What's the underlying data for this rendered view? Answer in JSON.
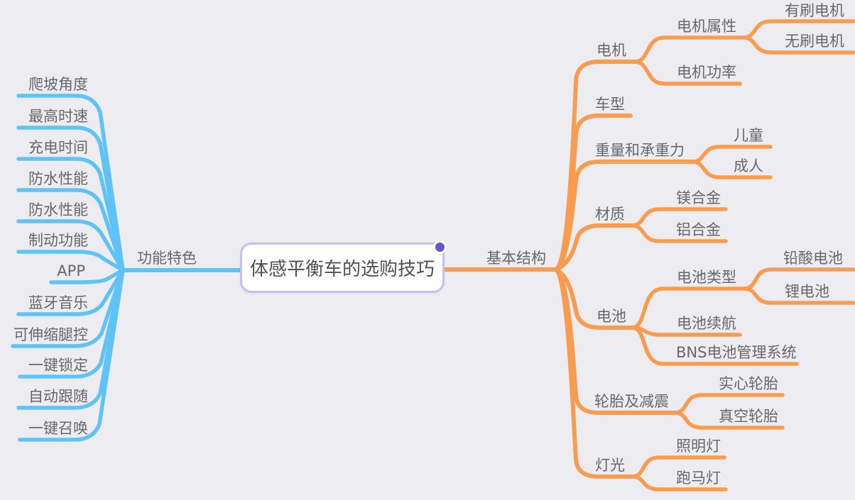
{
  "central": {
    "title": "体感平衡车的选购技巧"
  },
  "colors": {
    "bg": "#ECECF1",
    "blue": "#5FC3F7",
    "orange": "#FA9C50",
    "text": "#67686C",
    "title-text": "#505156",
    "node-border": "#C6C1EC",
    "node-fill": "#FFFFFF",
    "handle": "#6456CB"
  },
  "left": {
    "label": "功能特色",
    "items": [
      "爬坡角度",
      "最高时速",
      "充电时间",
      "防水性能",
      "防水性能",
      "制动功能",
      "APP",
      "蓝牙音乐",
      "可伸缩腿控",
      "一键锁定",
      "自动跟随",
      "一键召唤"
    ]
  },
  "right": {
    "label": "基本结构",
    "nodes": [
      {
        "label": "电机",
        "children": [
          {
            "label": "电机属性",
            "children": [
              {
                "label": "有刷电机"
              },
              {
                "label": "无刷电机"
              }
            ]
          },
          {
            "label": "电机功率"
          }
        ]
      },
      {
        "label": "车型"
      },
      {
        "label": "重量和承重力",
        "children": [
          {
            "label": "儿童"
          },
          {
            "label": "成人"
          }
        ]
      },
      {
        "label": "材质",
        "children": [
          {
            "label": "镁合金"
          },
          {
            "label": "铝合金"
          }
        ]
      },
      {
        "label": "电池",
        "children": [
          {
            "label": "电池类型",
            "children": [
              {
                "label": "铅酸电池"
              },
              {
                "label": "锂电池"
              }
            ]
          },
          {
            "label": "电池续航"
          },
          {
            "label": "BNS电池管理系统"
          }
        ]
      },
      {
        "label": "轮胎及减震",
        "children": [
          {
            "label": "实心轮胎"
          },
          {
            "label": "真空轮胎"
          }
        ]
      },
      {
        "label": "灯光",
        "children": [
          {
            "label": "照明灯"
          },
          {
            "label": "跑马灯"
          }
        ]
      }
    ]
  }
}
